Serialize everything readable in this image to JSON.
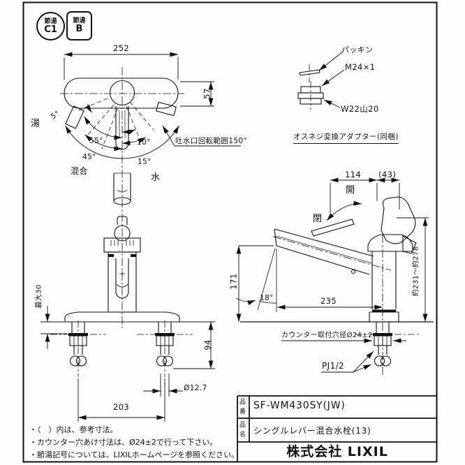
{
  "badges": {
    "eco_circle": {
      "line1": "節湯",
      "line2": "C1"
    },
    "eco_square": {
      "line1": "節湯",
      "line2": "B"
    }
  },
  "top_view": {
    "dim_width": "252",
    "dim_height": "57",
    "angle_5": "5°",
    "angle_55": "55°",
    "angle_45": "45°",
    "angle_10": "10°",
    "angle_15": "15°",
    "label_hot": "湯",
    "label_mix": "混合",
    "label_cold": "水",
    "callout_rotation": "吐水口回転範囲150°"
  },
  "adapter": {
    "label_packing": "パッキン",
    "label_thread_top": "M24×1",
    "label_thread_bottom": "W22山20",
    "title": "オスネジ変換アダプター(同梱)"
  },
  "front_view": {
    "dim_max30": "最大30",
    "dim_94": "94",
    "dim_dia": "Ø12.7",
    "dim_203": "203"
  },
  "side_view": {
    "dim_114": "114",
    "dim_43": "(43)",
    "label_open": "開",
    "label_close": "閉",
    "dim_171": "171",
    "angle_18": "18°",
    "dim_235": "235",
    "dim_height_range": "約231～約278",
    "callout_hole": "カウンター取付穴径Ø24±2",
    "label_pj": "PJ1/2"
  },
  "notes": {
    "items": [
      "・（　）内は、参考寸法。",
      "・カウンター穴あけ寸法は、Ø24±2で行って下さい。",
      "・節湯記号については、LIXILホームページを参照ください。"
    ]
  },
  "title_block": {
    "row1_label": "品番",
    "row1_value": "SF-WM430SY(JW)",
    "row2_label": "品名",
    "row2_value": "シングルレバー混合水栓(13)",
    "company": "株式会社 LIXIL"
  },
  "colors": {
    "line": "#111111",
    "paper": "#fdfdfc"
  }
}
